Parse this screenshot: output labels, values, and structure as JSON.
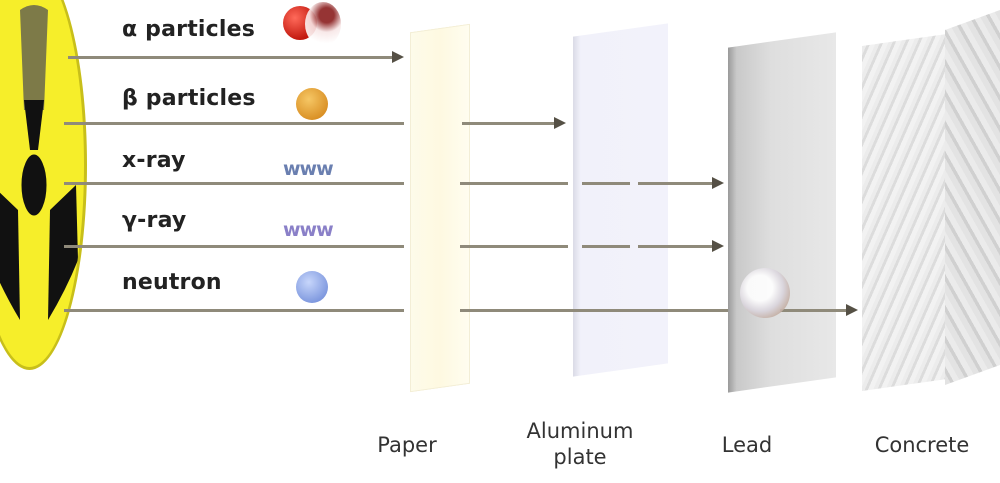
{
  "radiation_types": [
    {
      "label": "α particles",
      "icon": "alpha-particle-icon",
      "stops_at": "Paper",
      "color": "#d62a1e"
    },
    {
      "label": "β particles",
      "icon": "beta-particle-icon",
      "stops_at": "Aluminum plate",
      "color": "#e3a83a"
    },
    {
      "label": "x-ray",
      "icon": "wave-icon",
      "glyph": "www",
      "stops_at": "Lead",
      "color": "#6a7fb0"
    },
    {
      "label": "γ-ray",
      "icon": "wave-icon",
      "glyph": "www",
      "stops_at": "Lead",
      "color": "#8a80c8"
    },
    {
      "label": "neutron",
      "icon": "neutron-particle-icon",
      "stops_at": "Concrete",
      "color": "#8fa8e8"
    }
  ],
  "materials": [
    {
      "label": "Paper",
      "line2": ""
    },
    {
      "label": "Aluminum",
      "line2": "plate"
    },
    {
      "label": "Lead",
      "line2": ""
    },
    {
      "label": "Concrete",
      "line2": ""
    }
  ],
  "colors": {
    "symbol_yellow": "#f6ee2a",
    "ray_line": "#8f8a7a",
    "arrowhead": "#555045"
  }
}
